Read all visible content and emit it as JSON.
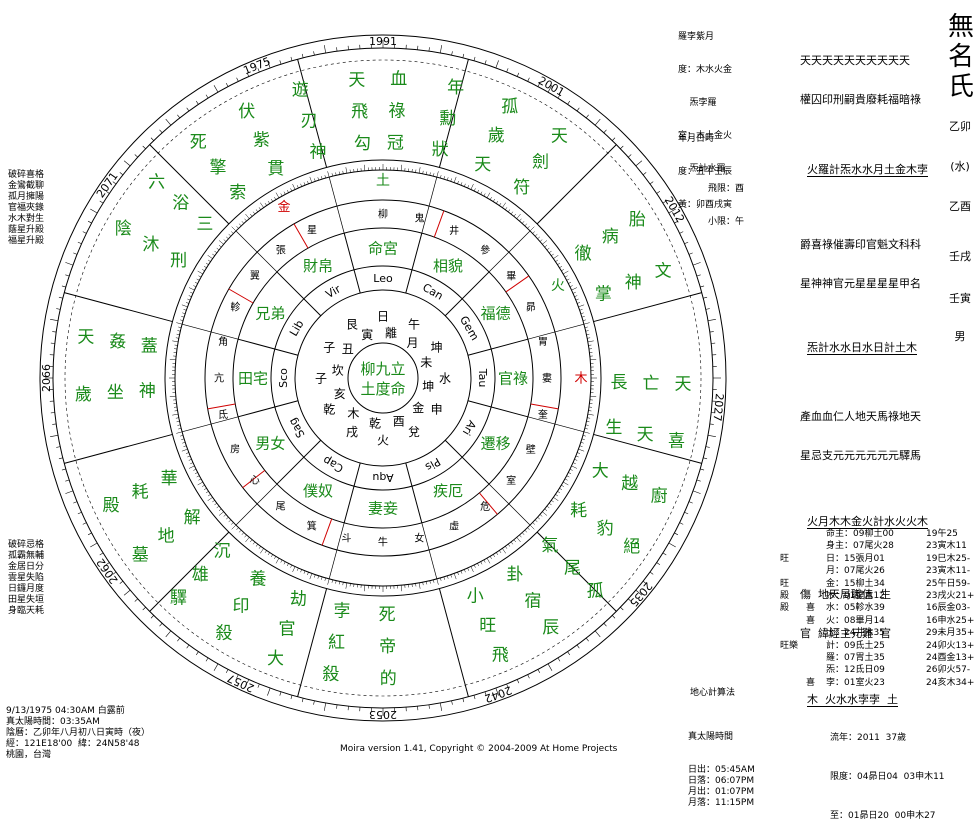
{
  "app": {
    "footer": "Moira version 1.41, Copyright © 2004-2009 At Home Projects"
  },
  "name_title": "無名氏",
  "birth_info": [
    "9/13/1975 04:30AM 白露前",
    "真太陽時間：03:35AM",
    "陰曆：乙卯年八月初八日寅時（夜）",
    "經：121E18'00  緯：24N58'48",
    "桃園，台灣"
  ],
  "left_top_list": [
    "破碎喜格",
    "金鸞截聊",
    "孤月擁陽",
    "官福夾錄",
    "水木對生",
    "蔭星升殿",
    "福星升殿"
  ],
  "left_bottom_list": [
    "破碎忌格",
    "孤霸無輔",
    "金居日分",
    "雲星失陷",
    "日鑼月度",
    "田星失垣",
    "身臨天耗"
  ],
  "calc_label": "地心計算法",
  "sun_times": {
    "title": "真太陽時間",
    "rows": [
      "日出：05:45AM",
      "日落：06:07PM",
      "月出：01:07PM",
      "月落：11:15PM"
    ]
  },
  "top_info": {
    "lines": [
      "羅孛紫月",
      "度：木水火金",
      "    炁孛羅",
      "宮：木土金火",
      "    炁計水羅"
    ],
    "lines2": [
      "年月日時",
      "度：丑牛壬辰",
      "黃：卯酉戌寅"
    ],
    "lines3": [
      "飛限：酉",
      "小限：午"
    ]
  },
  "right_panel": {
    "row1a": "天天天天天天天天天天",
    "row1b": "權囚印刑嗣貴廢耗福暗祿",
    "row2": "火羅計炁水水月土金木孛",
    "row3a": "爵喜祿催壽印官魁文科科",
    "row3b": "星神神官元星星星星甲名",
    "row4": "炁計水水日水日計土木",
    "row5a": "產血血仁人地天馬祿地天",
    "row5b": "星忌支元元元元元元驛馬",
    "row6": "火月木木金火計水火火木",
    "row7a": "傷  地天局職值  生",
    "row7b": "官  緯經主元難  官",
    "row8": "木  火水水孛孛  土",
    "side_top": [
      "乙卯",
      "(水)",
      "乙酉"
    ],
    "side_bottom": [
      "壬戌",
      "壬寅",
      "男"
    ]
  },
  "planet_table": {
    "rows": [
      {
        "a": "",
        "b": "",
        "c": "命主：09柳土00",
        "d": "19午25"
      },
      {
        "a": "",
        "b": "",
        "c": "身主：07尾火28",
        "d": "23寅木11"
      },
      {
        "a": "旺",
        "b": "",
        "c": "日：15張月01",
        "d": "19巳木25-"
      },
      {
        "a": "",
        "b": "",
        "c": "月：07尾火26",
        "d": "23寅木11-"
      },
      {
        "a": "旺",
        "b": "",
        "c": "金：15柳土34 ",
        "d": "25午日59-"
      },
      {
        "a": "殿",
        "b": "",
        "c": "木：01壁木12",
        "d": "23戌火21+"
      },
      {
        "a": "殿",
        "b": "喜",
        "c": "水：05軫水39",
        "d": "16辰金03-"
      },
      {
        "a": "",
        "b": "喜",
        "c": "火：08畢月14",
        "d": "16申水25+"
      },
      {
        "a": "",
        "b": "",
        "c": "土：24井木35",
        "d": "29未月35+"
      },
      {
        "a": "旺樂",
        "b": "",
        "c": "計：09氐土25",
        "d": "24卯火13+"
      },
      {
        "a": "",
        "b": "",
        "c": "羅：07胃土35",
        "d": "24酉金13+"
      },
      {
        "a": "",
        "b": "",
        "c": "炁：12氐日09",
        "d": "26卯火57-"
      },
      {
        "a": "",
        "b": "喜",
        "c": "孛：01室火23",
        "d": "24亥木34+"
      }
    ]
  },
  "bottom_right": [
    "流年：2011  37歲",
    "限度：04昴日04  03申木11",
    "至：01昴日20  00申木27"
  ],
  "wheel": {
    "years": [
      "1991",
      "2001",
      "2012",
      "2027",
      "2035",
      "2042",
      "2053",
      "2057",
      "2062",
      "2066",
      "2071",
      "1975"
    ],
    "center": [
      "柳九立",
      "土度命"
    ],
    "signs": [
      "Leo",
      "Can",
      "Gem",
      "Tau",
      "Ari",
      "Pis",
      "Aqu",
      "Cap",
      "Sag",
      "Sco",
      "Lib",
      "Vir"
    ],
    "elements": [
      "土",
      "水",
      "火",
      "金",
      "木",
      "金",
      "火"
    ],
    "palaces": [
      "命宮",
      "相貌",
      "福德",
      "官祿",
      "遷移",
      "疾厄",
      "妻妾",
      "僕奴",
      "男女",
      "田宅",
      "兄弟",
      "財帛"
    ]
  },
  "colors": {
    "green": "#1a8a1a",
    "red": "#d00000",
    "blue": "#1030c0"
  }
}
